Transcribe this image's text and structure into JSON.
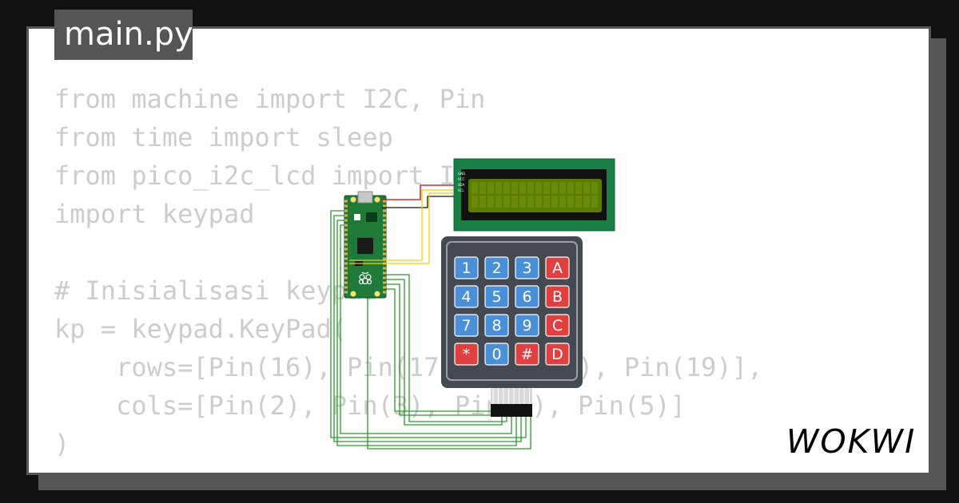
{
  "file_tab": {
    "label": "main.py"
  },
  "code": {
    "lines": [
      "from machine import I2C, Pin",
      "from time import sleep",
      "from pico_i2c_lcd import I2cLcd",
      "import keypad",
      "",
      "# Inisialisasi keypad",
      "kp = keypad.KeyPad(",
      "    rows=[Pin(16), Pin(17), Pin(18), Pin(19)],",
      "    cols=[Pin(2), Pin(3), Pin(4), Pin(5)]",
      ")"
    ]
  },
  "keypad": {
    "keys": [
      [
        "1",
        "2",
        "3",
        "A"
      ],
      [
        "4",
        "5",
        "6",
        "B"
      ],
      [
        "7",
        "8",
        "9",
        "C"
      ],
      [
        "*",
        "0",
        "#",
        "D"
      ]
    ]
  },
  "lcd": {
    "pins": [
      "GND",
      "VCC",
      "SDA",
      "SCL"
    ]
  },
  "brand": {
    "name": "WOKWI"
  },
  "colors": {
    "number_key": "#4a90d9",
    "letter_key": "#e04040",
    "wire_power": "#d00000",
    "wire_ground": "#111111",
    "wire_data": "#f0d000",
    "wire_keypad": "#2a9a2a",
    "lcd_board": "#1a7f44",
    "lcd_screen": "#5a7a00",
    "pico_board": "#1f7a3a",
    "keypad_body": "#454a52"
  },
  "icons": [
    "raspberry-pi-logo-icon"
  ]
}
